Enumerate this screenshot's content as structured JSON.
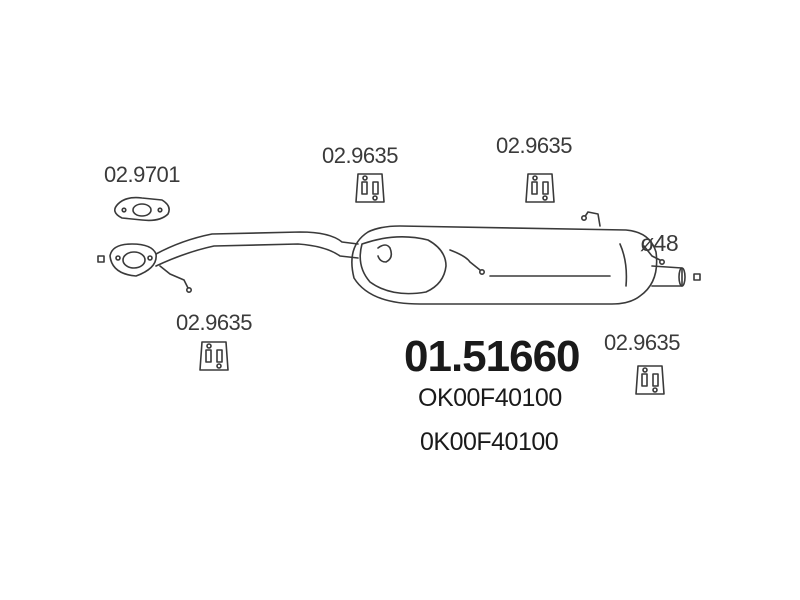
{
  "part_number": "01.51660",
  "oem_numbers": [
    "OK00F40100",
    "0K00F40100"
  ],
  "diameter_label": "ø48",
  "parts": {
    "gasket": "02.9701",
    "hanger_top_left": "02.9635",
    "hanger_top_right": "02.9635",
    "hanger_bottom_left": "02.9635",
    "hanger_bottom_right": "02.9635"
  },
  "colors": {
    "line": "#3a3a3a",
    "text": "#1a1a1a"
  }
}
